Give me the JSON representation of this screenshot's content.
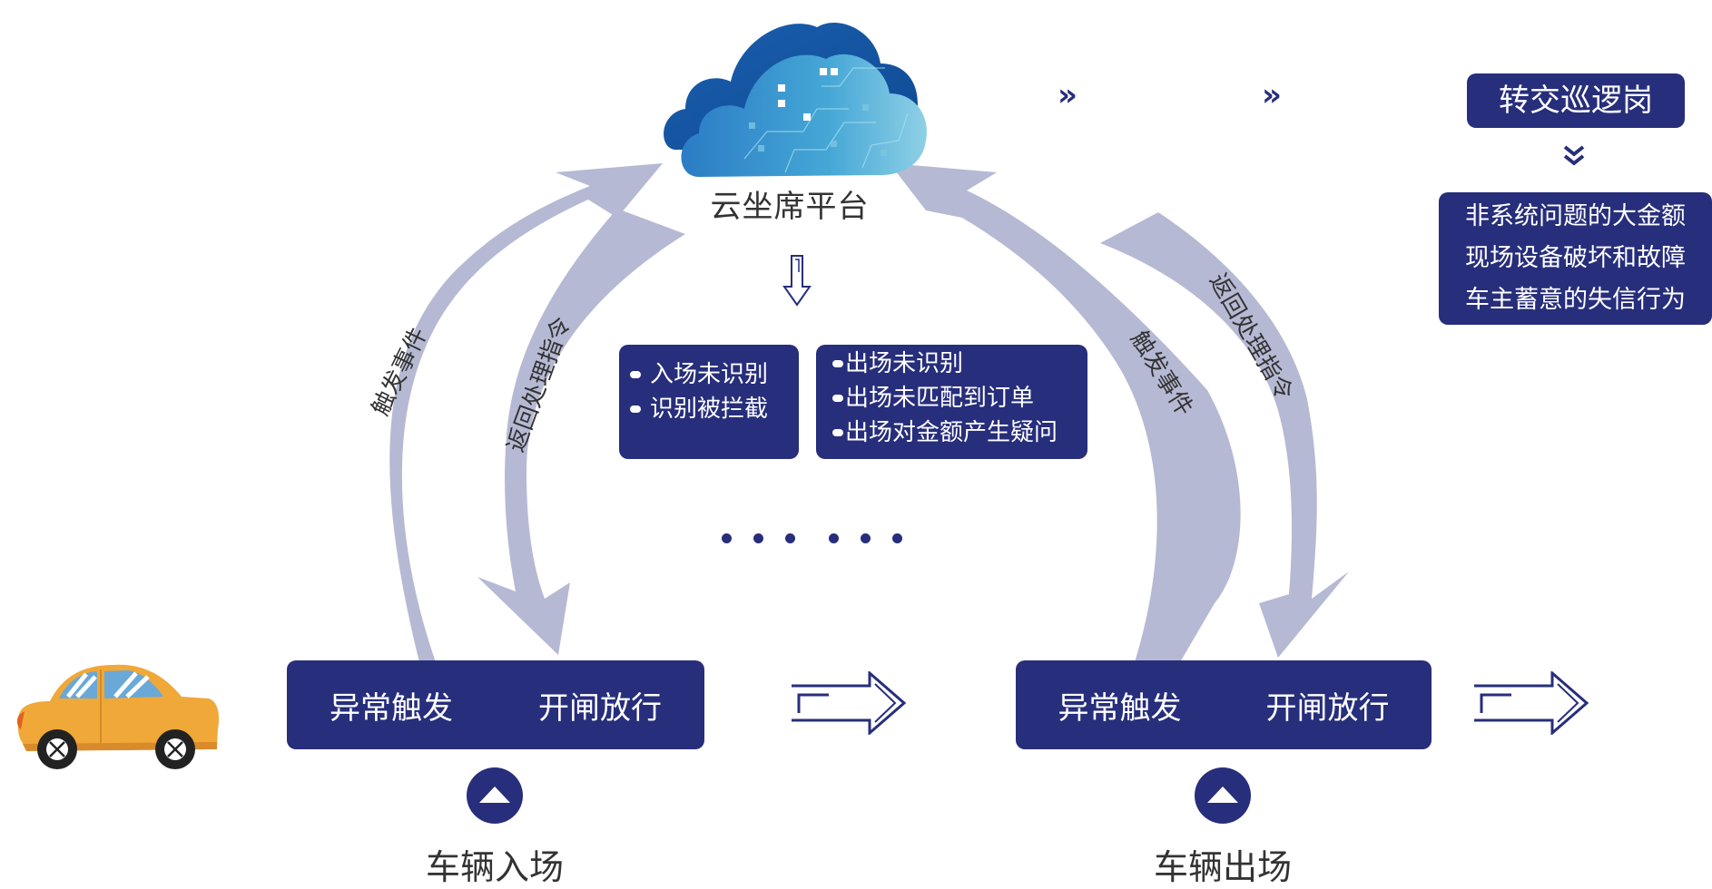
{
  "cloud": {
    "label": "云坐席平台",
    "icon": "cloud-circuit-icon"
  },
  "flow_arrows": {
    "left_up_label": "触发事件",
    "left_down_label": "返回处理指令",
    "right_up_label": "触发事件",
    "right_down_label": "返回处理指令"
  },
  "entry_issues": {
    "items": [
      "入场未识别",
      "识别被拦截"
    ]
  },
  "exit_issues": {
    "items": [
      "出场未识别",
      "出场未匹配到订单",
      "出场对金额产生疑问"
    ]
  },
  "ellipsis_dots": 6,
  "entry_gate": {
    "left_label": "异常触发",
    "right_label": "开闸放行",
    "stage_label": "车辆入场"
  },
  "exit_gate": {
    "left_label": "异常触发",
    "right_label": "开闸放行",
    "stage_label": "车辆出场"
  },
  "escalation": {
    "title": "转交巡逻岗",
    "issues": [
      "非系统问题的大金额",
      "现场设备破坏和故障",
      "车主蓄意的失信行为"
    ]
  },
  "colors": {
    "navy": "#272e7b",
    "arrow_fill": "#b6b9d4",
    "text_dark": "#333333",
    "car_body": "#f0a838",
    "cloud_blue": "#1e6fb8"
  }
}
